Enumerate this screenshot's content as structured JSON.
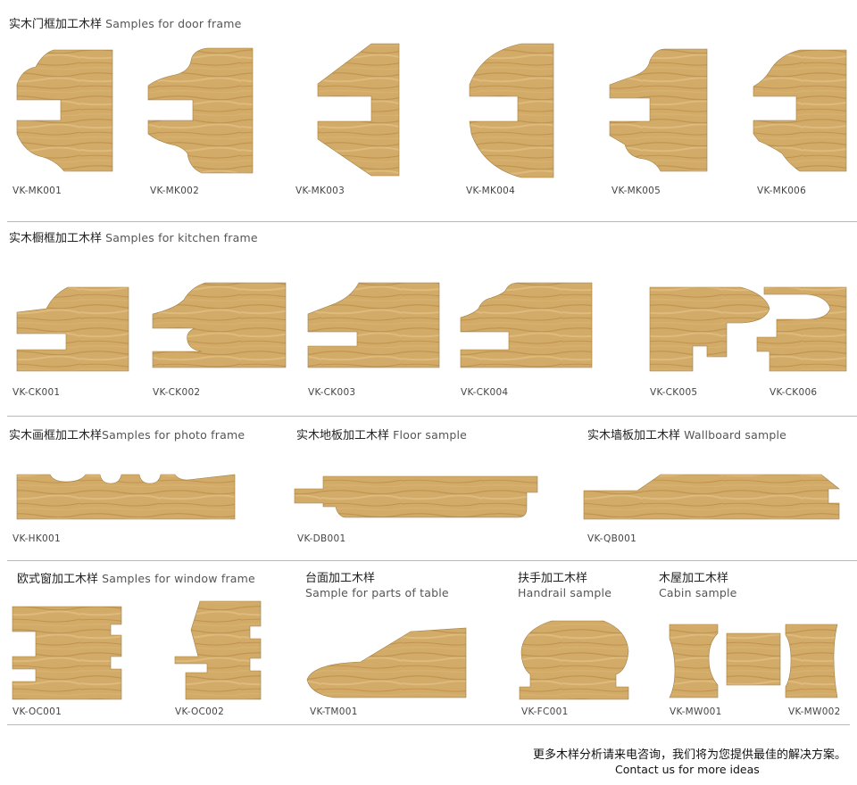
{
  "sections": {
    "door": {
      "zh": "实木门框加工木样",
      "en": "Samples for door frame"
    },
    "kitchen": {
      "zh": "实木橱框加工木样",
      "en": "Samples for kitchen frame"
    },
    "photo": {
      "zh": "实木画框加工木样",
      "en": "Samples for photo frame"
    },
    "floor": {
      "zh": "实木地板加工木样",
      "en": "Floor sample"
    },
    "wallboard": {
      "zh": "实木墙板加工木样",
      "en": "Wallboard sample"
    },
    "window": {
      "zh": "欧式窗加工木样",
      "en": "Samples for window frame"
    },
    "table": {
      "zh": "台面加工木样",
      "en": "Sample for parts of table"
    },
    "handrail": {
      "zh": "扶手加工木样",
      "en": "Handrail sample"
    },
    "cabin": {
      "zh": "木屋加工木样",
      "en": "Cabin sample"
    }
  },
  "codes": {
    "mk001": "VK-MK001",
    "mk002": "VK-MK002",
    "mk003": "VK-MK003",
    "mk004": "VK-MK004",
    "mk005": "VK-MK005",
    "mk006": "VK-MK006",
    "ck001": "VK-CK001",
    "ck002": "VK-CK002",
    "ck003": "VK-CK003",
    "ck004": "VK-CK004",
    "ck005": "VK-CK005",
    "ck006": "VK-CK006",
    "hk001": "VK-HK001",
    "db001": "VK-DB001",
    "qb001": "VK-QB001",
    "oc001": "VK-OC001",
    "oc002": "VK-OC002",
    "tm001": "VK-TM001",
    "fc001": "VK-FC001",
    "mw001": "VK-MW001",
    "mw002": "VK-MW002"
  },
  "footer": {
    "zh": "更多木样分析请来电咨询，我们将为您提供最佳的解决方案。",
    "en": "Contact us for more ideas"
  },
  "colors": {
    "wood_light": "#d9b474",
    "wood_mid": "#c9a05c",
    "wood_dark": "#b48a46",
    "rule": "#b9b9b9"
  }
}
